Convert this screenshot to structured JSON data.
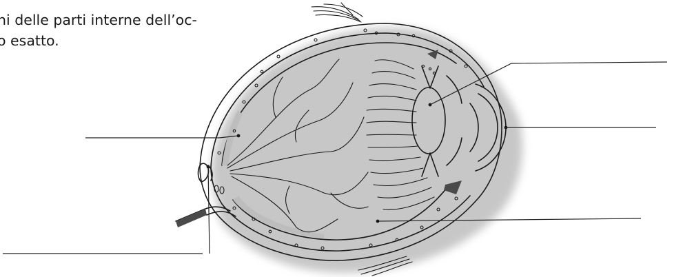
{
  "instruction": {
    "line1": "hi delle parti interne dell’oc-",
    "line2": "o esatto."
  },
  "diagram": {
    "subject": "eye-cross-section",
    "answer_lines": 5
  },
  "colors": {
    "ink": "#1a1a1a",
    "shadow": "#9a9a9a",
    "background": "#ffffff"
  }
}
